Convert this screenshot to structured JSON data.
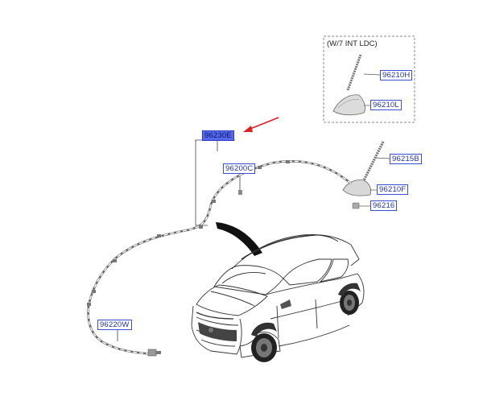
{
  "inset": {
    "title": "(W/7 INT LDC)"
  },
  "parts": {
    "p96210H": "96210H",
    "p96210L": "96210L",
    "p96230E": "96230E",
    "p96200C": "96200C",
    "p96215B": "96215B",
    "p96210F": "96210F",
    "p96216": "96216",
    "p96220W": "96220W"
  },
  "colors": {
    "label_border": "#3a4fd6",
    "label_text": "#2233aa",
    "selected_fill": "#5568ee",
    "pointer_arrow": "#e02020",
    "line": "#555555"
  },
  "highlighted_part": "96230E"
}
